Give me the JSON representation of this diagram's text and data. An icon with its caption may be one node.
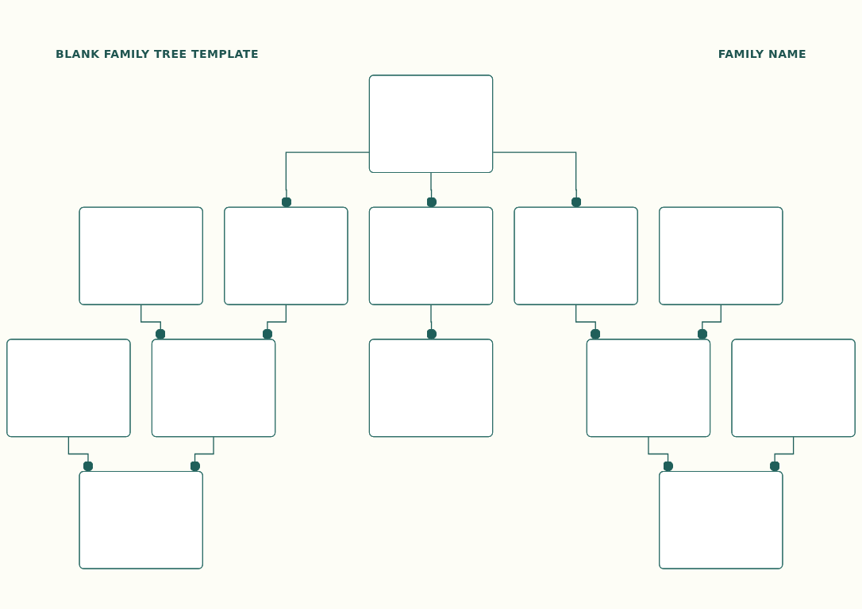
{
  "diagram": {
    "title": "BLANK FAMILY TREE TEMPLATE",
    "nodes": [
      {
        "text": [],
        "shape": "box"
      },
      {
        "text": [],
        "shape": "box"
      },
      {
        "text": [],
        "shape": "box"
      },
      {
        "text": [],
        "shape": "box"
      },
      {
        "text": [],
        "shape": "box"
      },
      {
        "text": [],
        "shape": "box"
      },
      {
        "text": [],
        "shape": "box"
      },
      {
        "text": [],
        "shape": "box"
      },
      {
        "text": [],
        "shape": "box"
      },
      {
        "text": [],
        "shape": "box"
      },
      {
        "text": [],
        "shape": "box"
      },
      {
        "text": [],
        "shape": "box"
      },
      {
        "text": [],
        "shape": "box"
      }
    ],
    "edges": [
      {
        "from": 0,
        "to": 2,
        "arrow": "other"
      },
      {
        "from": 0,
        "to": 3,
        "arrow": "other"
      },
      {
        "from": 0,
        "to": 4,
        "arrow": "other"
      },
      {
        "from": 1,
        "to": 7,
        "arrow": "other"
      },
      {
        "from": 2,
        "to": 7,
        "arrow": "other"
      },
      {
        "from": 3,
        "to": 8,
        "arrow": "other"
      },
      {
        "from": 4,
        "to": 9,
        "arrow": "other"
      },
      {
        "from": 5,
        "to": 9,
        "arrow": "other"
      },
      {
        "from": 6,
        "to": 11,
        "arrow": "other"
      },
      {
        "from": 7,
        "to": 11,
        "arrow": "other"
      },
      {
        "from": 9,
        "to": 12,
        "arrow": "other"
      },
      {
        "from": 10,
        "to": 12,
        "arrow": "other"
      }
    ],
    "labels": [
      "FAMILY NAME"
    ]
  }
}
